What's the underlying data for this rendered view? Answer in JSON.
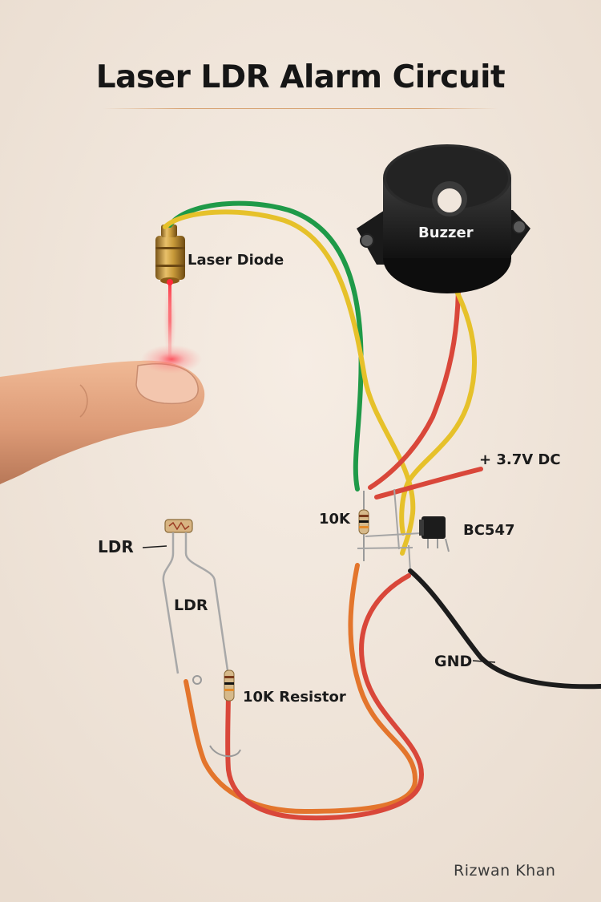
{
  "title": "Laser LDR Alarm Circuit",
  "labels": {
    "laser_diode": "Laser Diode",
    "buzzer": "Buzzer",
    "supply": "+ 3.7V DC",
    "resistor_top": "10K",
    "transistor": "BC547",
    "ldr_outer": "LDR",
    "ldr_inner": "LDR",
    "resistor_bottom": "10K Resistor",
    "ground": "GND"
  },
  "signature": "Rizwan Khan",
  "colors": {
    "wire_green": "#1f9a48",
    "wire_yellow": "#e6c12a",
    "wire_red": "#d9473a",
    "wire_orange": "#e3752c",
    "wire_black": "#1c1c1c",
    "laser_red": "#ff2a3a",
    "brass": "#c89a3a",
    "background": "#efe4d9"
  },
  "icons": [
    "laser-diode-icon",
    "buzzer-icon",
    "finger-icon",
    "ldr-sensor-icon",
    "resistor-icon",
    "transistor-icon"
  ]
}
